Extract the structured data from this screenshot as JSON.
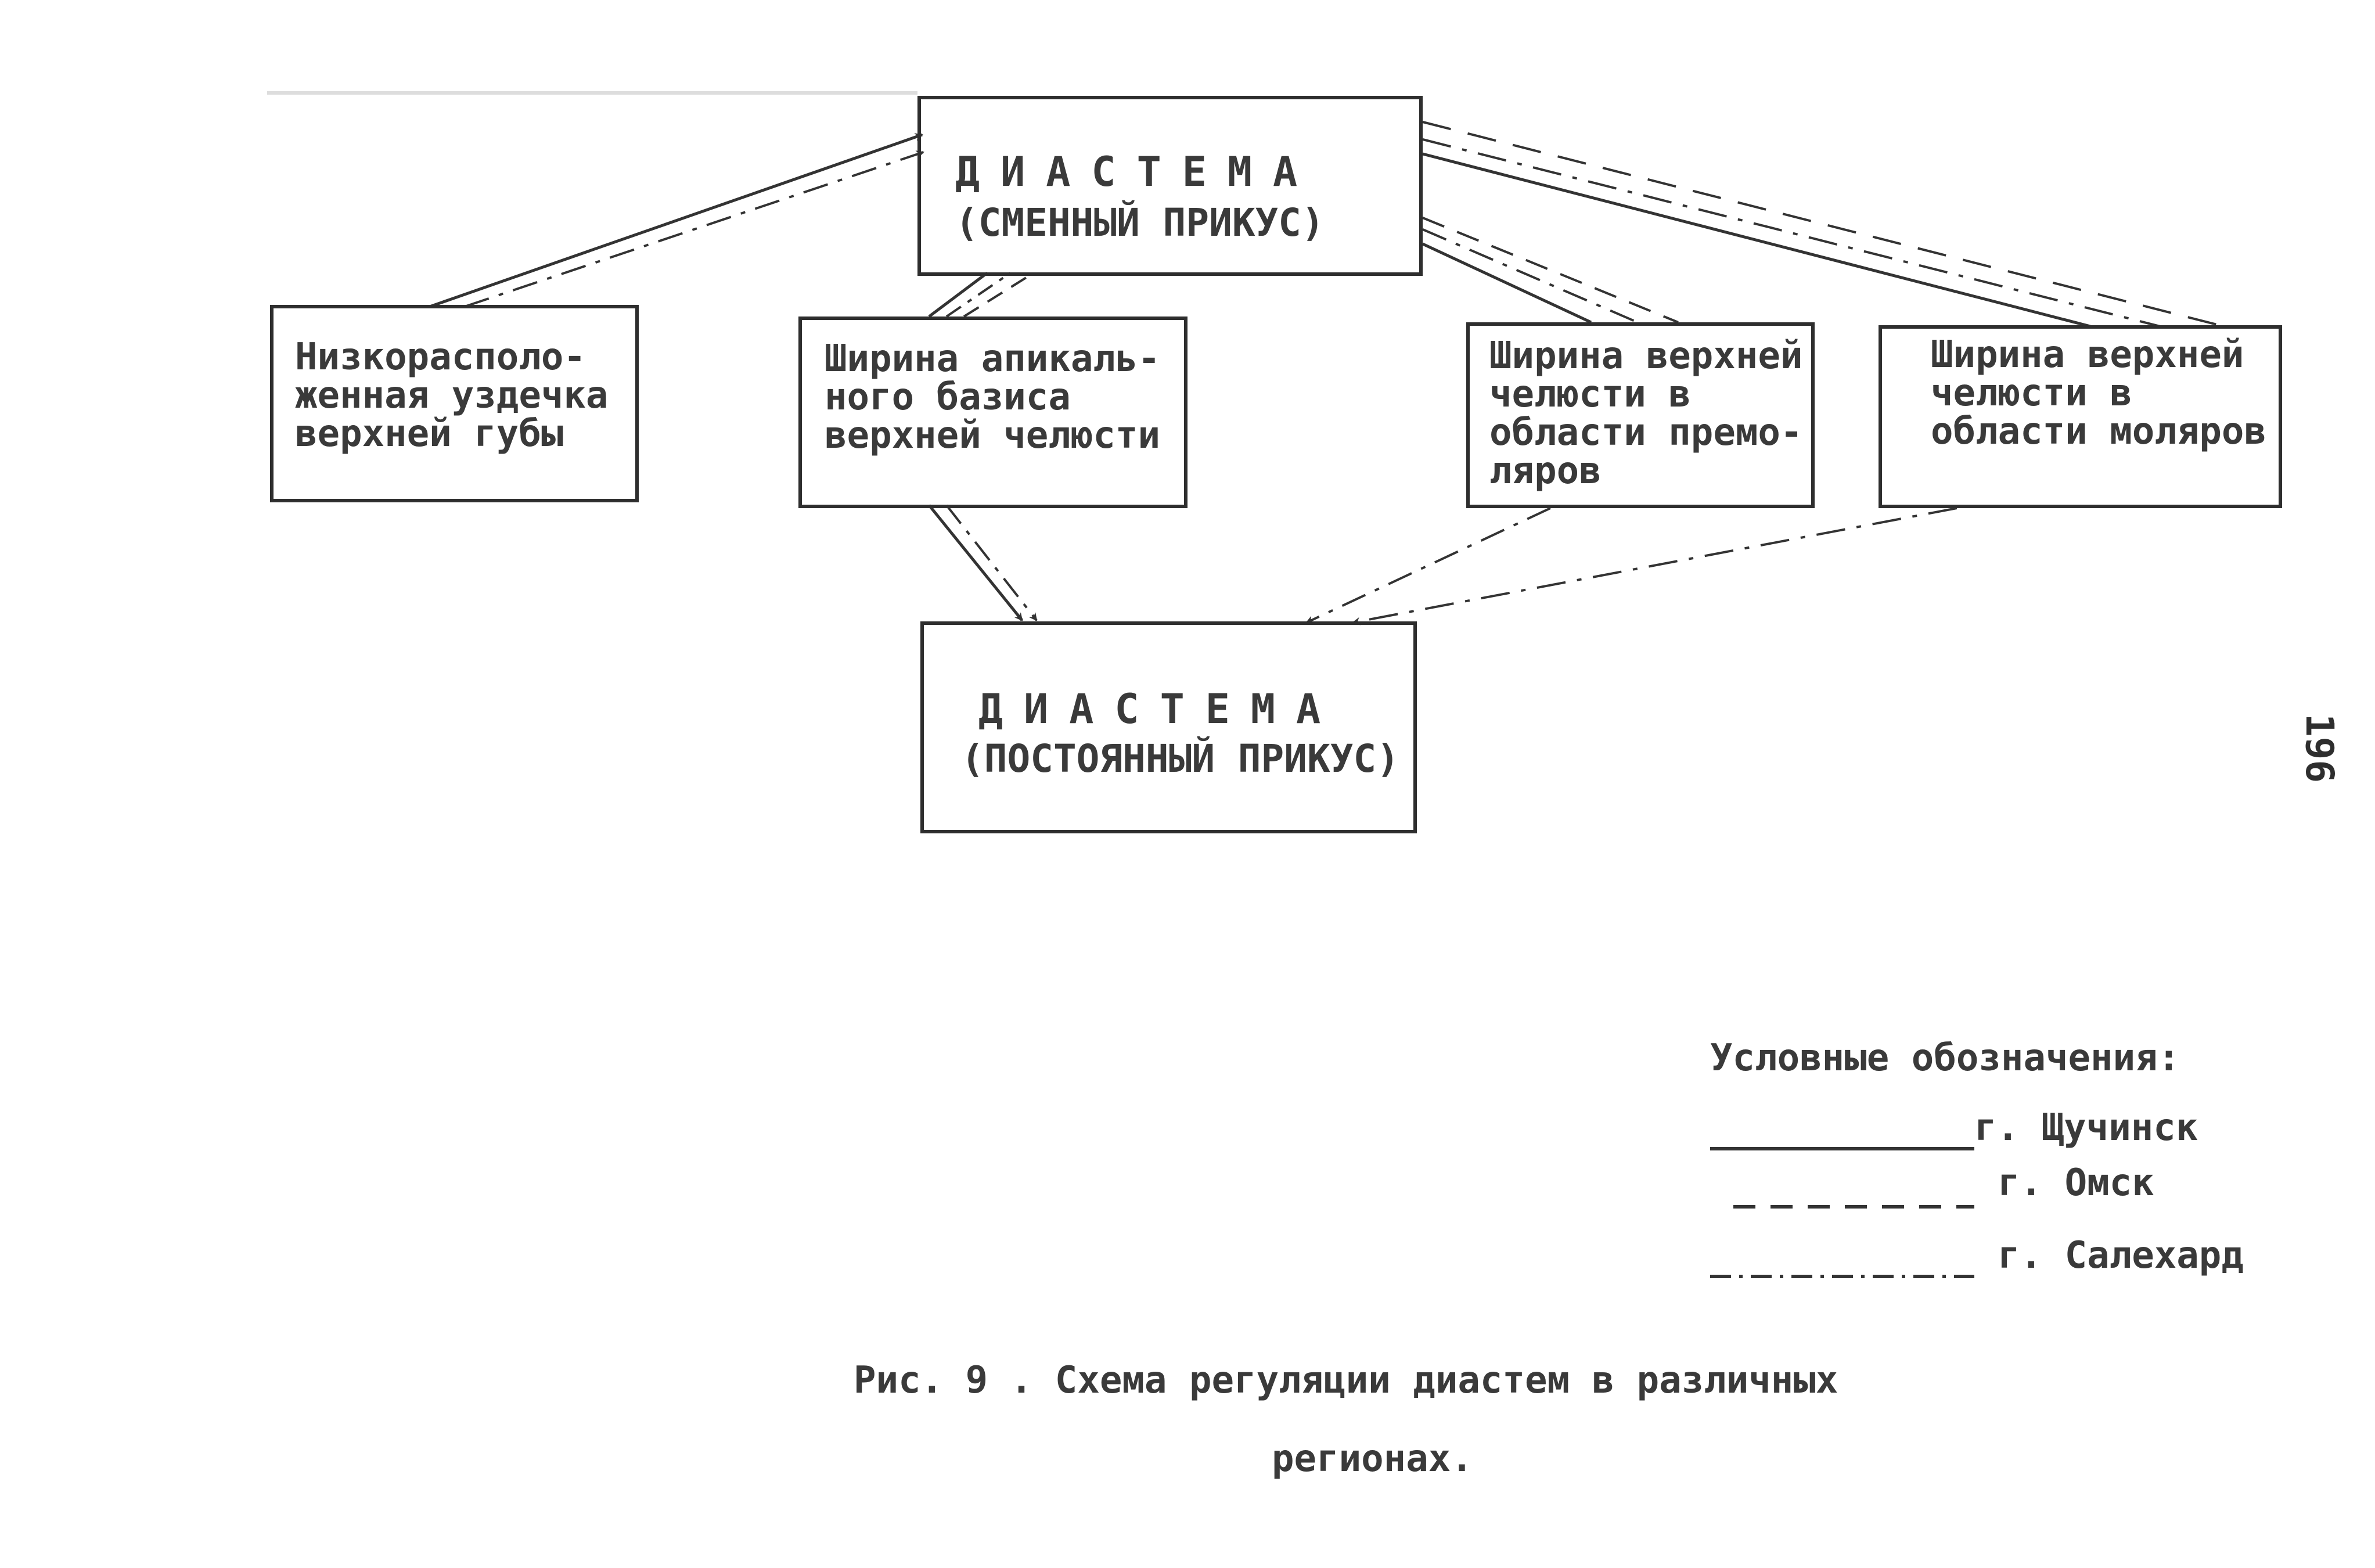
{
  "diagram": {
    "boxes": {
      "mixed_bite": {
        "title": "ДИАСТЕМА",
        "subtitle": "(СМЕННЫЙ ПРИКУС)"
      },
      "frenulum": {
        "lines": [
          "Низкорасполо-",
          "женная уздечка",
          "верхней губы"
        ]
      },
      "apical_basis": {
        "lines": [
          "Ширина апикаль-",
          "ного базиса",
          "верхней челюсти"
        ]
      },
      "premolars": {
        "lines": [
          "Ширина верхней",
          "челюсти в",
          "области премо-",
          "ляров"
        ]
      },
      "molars": {
        "lines": [
          "Ширина верхней",
          "челюсти в",
          "области моляров"
        ]
      },
      "permanent_bite": {
        "title": "ДИАСТЕМА",
        "subtitle": "(ПОСТОЯННЫЙ ПРИКУС)"
      }
    },
    "connections": [
      {
        "from": "frenulum",
        "to": "mixed_bite",
        "cities": [
          "Щучинск",
          "Салехард"
        ]
      },
      {
        "from": "apical_basis",
        "to": "mixed_bite",
        "cities": [
          "Щучинск",
          "Салехард"
        ]
      },
      {
        "from": "premolars",
        "to": "mixed_bite",
        "cities": [
          "Щучинск",
          "Омск",
          "Салехард"
        ]
      },
      {
        "from": "molars",
        "to": "mixed_bite",
        "cities": [
          "Щучинск",
          "Омск",
          "Салехард"
        ]
      },
      {
        "from": "apical_basis",
        "to": "permanent_bite",
        "cities": [
          "Щучинск",
          "Салехард"
        ]
      },
      {
        "from": "premolars",
        "to": "permanent_bite",
        "cities": [
          "Салехард"
        ]
      },
      {
        "from": "molars",
        "to": "permanent_bite",
        "cities": [
          "Салехард"
        ]
      }
    ]
  },
  "legend": {
    "title": "Условные обозначения:",
    "items": [
      {
        "line_style": "solid",
        "prefix": "__________",
        "label": "г. Щучинск"
      },
      {
        "line_style": "dashed",
        "prefix": "_ _ _ _ _ _",
        "label": "г. Омск"
      },
      {
        "line_style": "dash-dot",
        "prefix": "_. _._._._._",
        "label": "г. Салехард"
      }
    ]
  },
  "caption": {
    "line1": "Рис. 9 . Схема регуляции диастем в различных",
    "line2": "регионах."
  },
  "page_number": "196"
}
